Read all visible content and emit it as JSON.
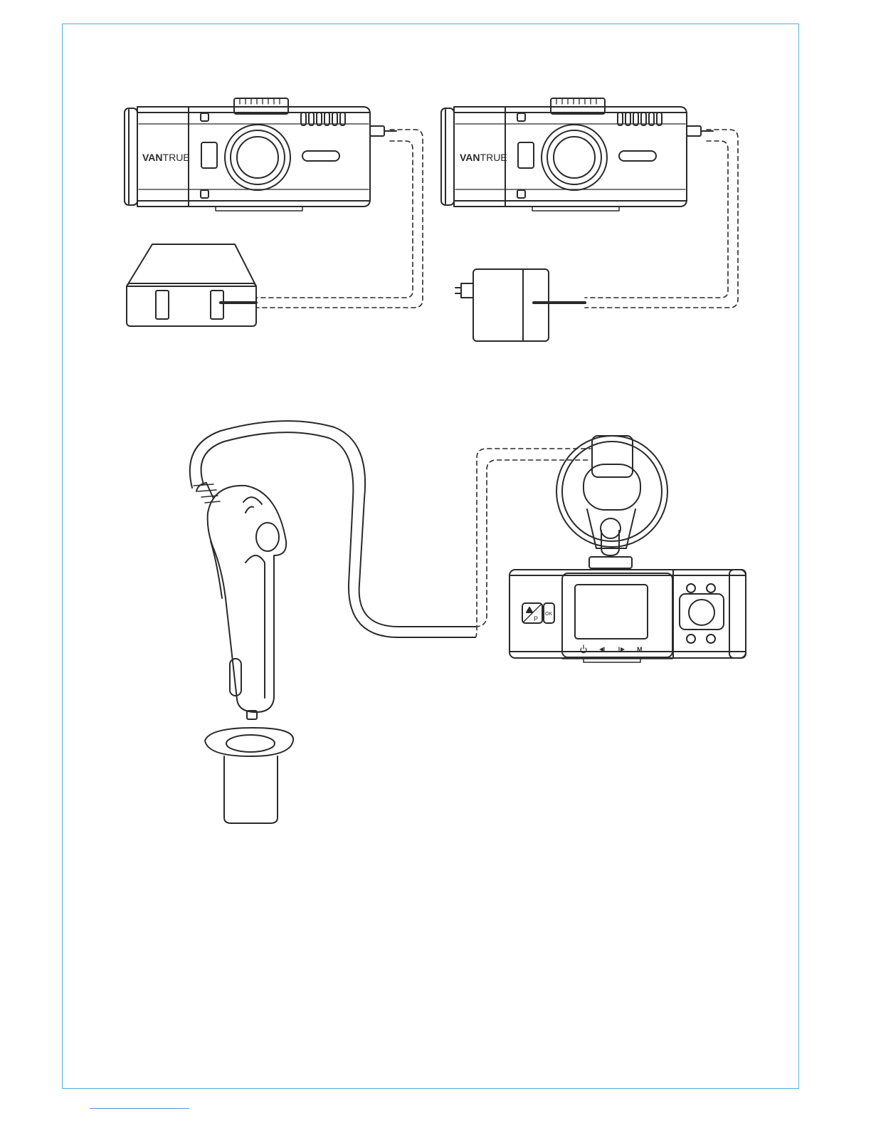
{
  "colors": {
    "frame": "#4fb3cf",
    "ink": "#2a2a2a",
    "underline": "#5b8fd6"
  },
  "cameras": [
    {
      "brand_bold": "VAN",
      "brand_light": "TRUE"
    },
    {
      "brand_bold": "VAN",
      "brand_light": "TRUE"
    }
  ],
  "front_camera": {
    "ok_label": "OK",
    "p_label": "P",
    "m_label": "M"
  },
  "icons": [
    "usb-car-charger-icon",
    "wall-adapter-icon",
    "car-charger-icon",
    "cigarette-socket-icon",
    "dash-cam-front-icon"
  ]
}
